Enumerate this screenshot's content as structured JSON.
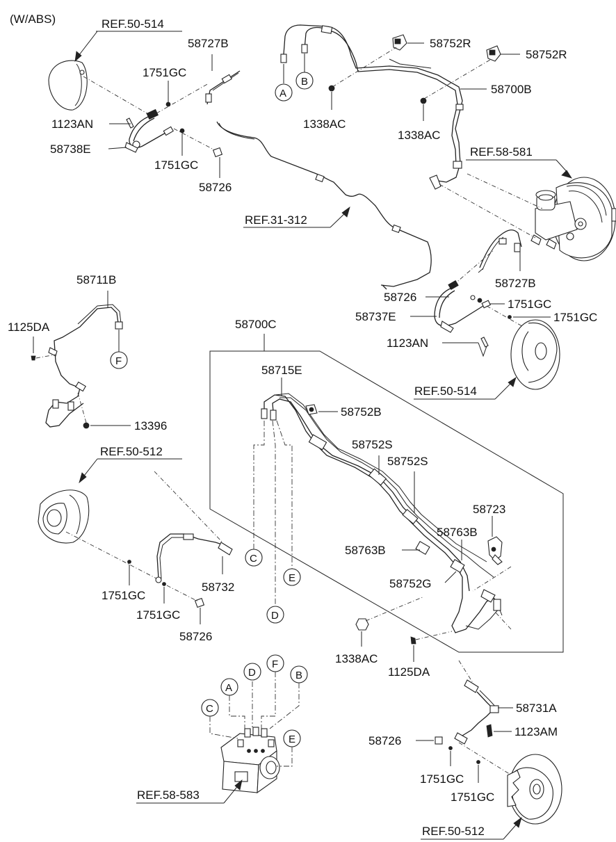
{
  "header": "(W/ABS)",
  "labels": {
    "ref_50_514_top": "REF.50-514",
    "p58727b_top": "58727B",
    "p1751gc_a": "1751GC",
    "p1123an_left": "1123AN",
    "p58738e": "58738E",
    "p1751gc_b": "1751GC",
    "p58726_a": "58726",
    "ref_31_312": "REF.31-312",
    "p58752r_a": "58752R",
    "p58752r_b": "58752R",
    "p58700b": "58700B",
    "p1338ac_a": "1338AC",
    "p1338ac_b": "1338AC",
    "ref_58_581": "REF.58-581",
    "p58727b_right": "58727B",
    "p58726_b": "58726",
    "p1751gc_c": "1751GC",
    "p58737e": "58737E",
    "p1751gc_d": "1751GC",
    "p1123an_right": "1123AN",
    "ref_50_514_right": "REF.50-514",
    "p58711b": "58711B",
    "p1125da_left": "1125DA",
    "p13396": "13396",
    "p58700c": "58700C",
    "p58715e": "58715E",
    "p58752b": "58752B",
    "p58752s_a": "58752S",
    "p58752s_b": "58752S",
    "p58723": "58723",
    "p58763b_a": "58763B",
    "p58763b_b": "58763B",
    "p58752g": "58752G",
    "ref_50_512_left": "REF.50-512",
    "p1751gc_e": "1751GC",
    "p58732": "58732",
    "p1751gc_f": "1751GC",
    "p58726_c": "58726",
    "p1338ac_c": "1338AC",
    "p1125da_right": "1125DA",
    "p58731a": "58731A",
    "p58726_d": "58726",
    "p1123am": "1123AM",
    "p1751gc_g": "1751GC",
    "p1751gc_h": "1751GC",
    "ref_58_583": "REF.58-583",
    "ref_50_512_bottom": "REF.50-512"
  },
  "connectors": {
    "a1": "A",
    "b1": "B",
    "f1": "F",
    "c1": "C",
    "e1": "E",
    "d1": "D",
    "a2": "A",
    "d2": "D",
    "f2": "F",
    "b2": "B",
    "c2": "C",
    "e2": "E"
  }
}
